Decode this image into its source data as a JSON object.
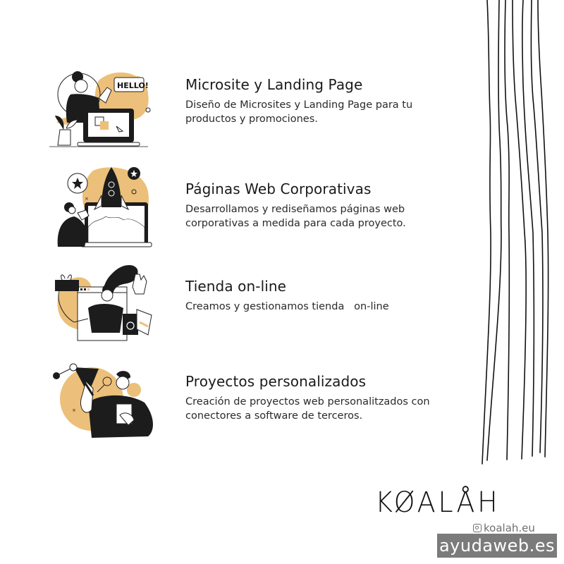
{
  "colors": {
    "accent": "#ecc07a",
    "ink": "#1c1c1c",
    "background": "#ffffff",
    "watermark_bg": "#7b7b7b"
  },
  "services": [
    {
      "illustration": "woman-waving-laptop-hello-illustration",
      "bubble_text": "HELLO!",
      "title": "Microsite y Landing Page",
      "description": "Diseño de Microsites y Landing Page para tu\nproductos y promociones."
    },
    {
      "illustration": "rocket-launch-laptop-illustration",
      "title": "Páginas Web Corporativas",
      "description": "Desarrollamos y rediseñamos páginas web\ncorporativas a medida para cada proyecto."
    },
    {
      "illustration": "woman-shopping-bags-gift-illustration",
      "title": "Tienda on-line",
      "description": "Creamos y gestionamos tienda   on-line"
    },
    {
      "illustration": "man-with-pie-chart-illustration",
      "title": "Proyectos personalizados",
      "description": "Creación de proyectos web personalitzados con\nconectores a software de terceros."
    }
  ],
  "brand": {
    "logo": "KØALÅH",
    "instagram_handle": "koalah.eu",
    "instagram_icon": "instagram-icon"
  },
  "watermark": "ayudaweb.es"
}
